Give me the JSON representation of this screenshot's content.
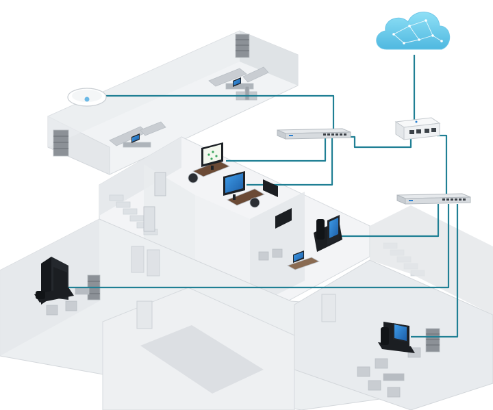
{
  "diagram": {
    "colors": {
      "background": "#ffffff",
      "cable": "#1f7f94",
      "wall_light": "#eef0f2",
      "wall_mid": "#e2e5e8",
      "wall_dark": "#d3d7db",
      "floor": "#f4f5f6",
      "cloud": "#7fd3ef",
      "device_dark": "#1c1f24",
      "screen_blue": "#2a7fd0"
    },
    "nodes": [
      {
        "id": "internet-cloud",
        "icon": "cloud-icon"
      },
      {
        "id": "gateway",
        "icon": "router-icon"
      },
      {
        "id": "core-switch",
        "icon": "switch-icon"
      },
      {
        "id": "access-switch",
        "icon": "switch-icon"
      },
      {
        "id": "ceiling-access-point",
        "icon": "wifi-ap-icon"
      },
      {
        "id": "lounge-laptop",
        "icon": "laptop-icon"
      },
      {
        "id": "office-desktop-1",
        "icon": "monitor-icon"
      },
      {
        "id": "office-desktop-2",
        "icon": "monitor-icon"
      },
      {
        "id": "office-ip-phone",
        "icon": "ip-phone-icon"
      },
      {
        "id": "conference-ip-phone",
        "icon": "ip-phone-icon"
      },
      {
        "id": "reception-ip-phone",
        "icon": "ip-phone-icon"
      }
    ],
    "links": [
      [
        "internet-cloud",
        "gateway"
      ],
      [
        "gateway",
        "core-switch"
      ],
      [
        "gateway",
        "access-switch"
      ],
      [
        "core-switch",
        "ceiling-access-point"
      ],
      [
        "core-switch",
        "office-desktop-1"
      ],
      [
        "core-switch",
        "office-desktop-2"
      ],
      [
        "access-switch",
        "office-ip-phone"
      ],
      [
        "access-switch",
        "conference-ip-phone"
      ],
      [
        "access-switch",
        "reception-ip-phone"
      ]
    ]
  }
}
